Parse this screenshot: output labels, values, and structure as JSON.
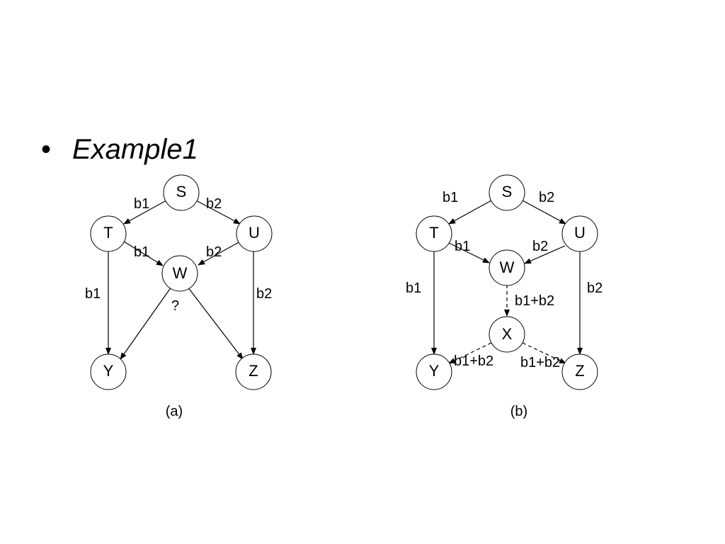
{
  "slide": {
    "bullet": "•",
    "title": "Example1"
  },
  "diagram_a": {
    "caption": "(a)",
    "nodes": {
      "S": "S",
      "T": "T",
      "U": "U",
      "W": "W",
      "Y": "Y",
      "Z": "Z"
    },
    "labels": {
      "s_t": "b1",
      "s_u": "b2",
      "t_w": "b1",
      "u_w": "b2",
      "t_y": "b1",
      "u_z": "b2",
      "w_q": "?"
    }
  },
  "diagram_b": {
    "caption": "(b)",
    "nodes": {
      "S": "S",
      "T": "T",
      "U": "U",
      "W": "W",
      "X": "X",
      "Y": "Y",
      "Z": "Z"
    },
    "labels": {
      "s_t": "b1",
      "s_u": "b2",
      "t_w": "b1",
      "u_w": "b2",
      "t_y": "b1",
      "u_z": "b2",
      "w_x": "b1+b2",
      "x_y": "b1+b2",
      "x_z": "b1+b2"
    }
  }
}
